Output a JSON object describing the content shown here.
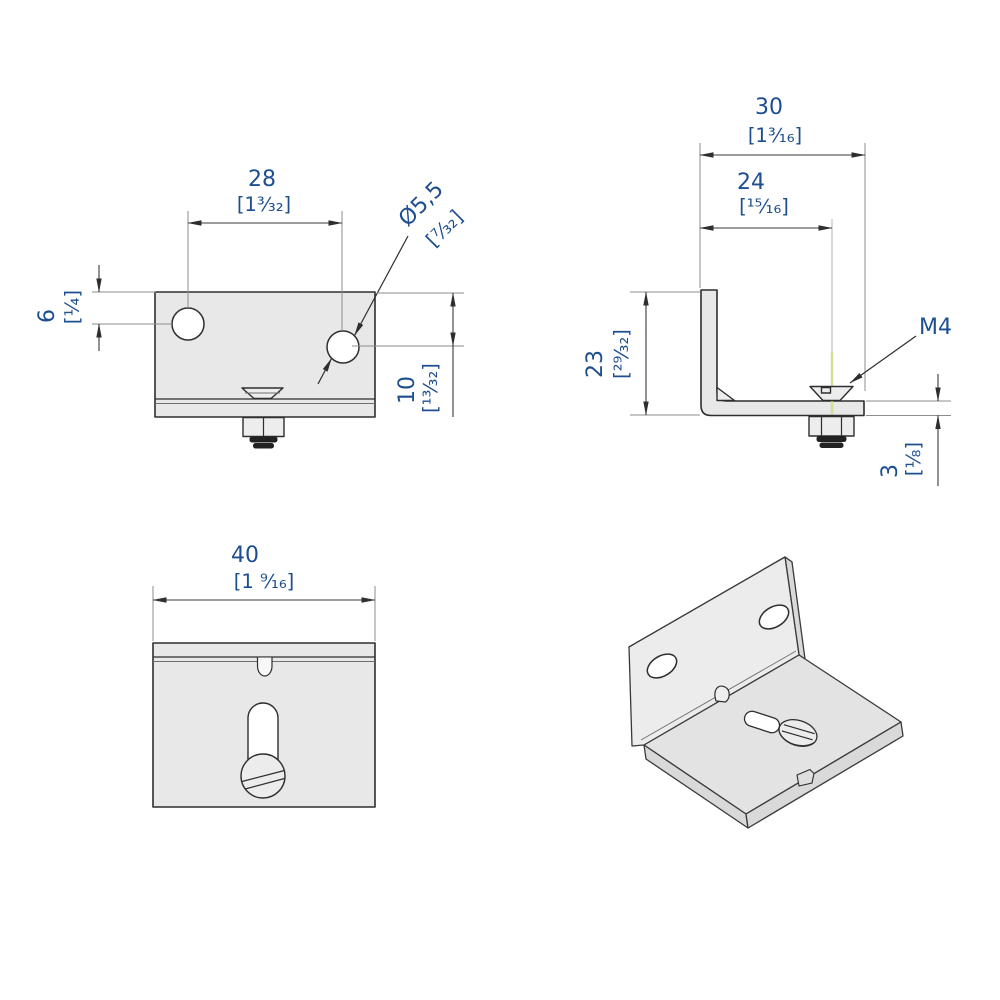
{
  "colors": {
    "dimension_text": "#1d4e8f",
    "part_fill": "#e8e8e8",
    "outline": "#2e2e2e",
    "extension_line": "#8d8d8d",
    "thread_centerline_green": "#cfe08e",
    "background": "#ffffff"
  },
  "dims": {
    "spacing_mm": "28",
    "spacing_in": "[1³⁄₃₂]",
    "dia_mm": "Ø5,5",
    "dia_in": "[⁷⁄₃₂]",
    "left_offset_mm": "6",
    "left_offset_in": "[¼]",
    "right_offset_mm": "10",
    "right_offset_in": "[¹³⁄₃₂]",
    "depth_mm": "30",
    "depth_in": "[1³⁄₁₆]",
    "screw_mm": "24",
    "screw_in": "[¹⁵⁄₁₆]",
    "height_mm": "23",
    "height_in": "[²⁹⁄₃₂]",
    "thick_mm": "3",
    "thick_in": "[⅛]",
    "width_mm": "40",
    "width_in": "[1 ⁹⁄₁₆]",
    "thread": "M4"
  }
}
